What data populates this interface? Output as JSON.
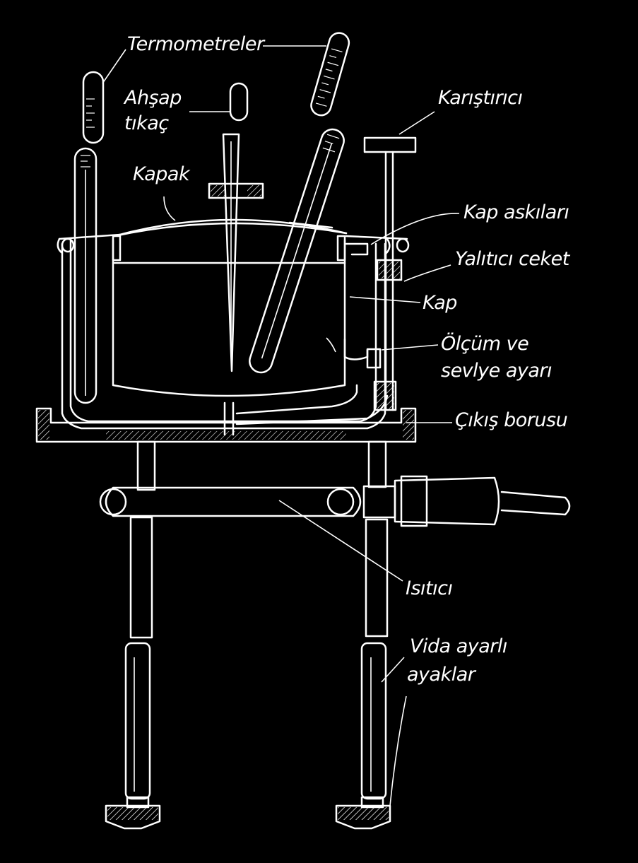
{
  "labels": {
    "thermometers": "Termometreler",
    "wooden_plug_line1": "Ahşap",
    "wooden_plug_line2": "tıkaç",
    "stirrer": "Karıştırıcı",
    "lid": "Kapak",
    "vessel_hangers": "Kap askıları",
    "insulating_jacket": "Yalıtıcı ceket",
    "vessel": "Kap",
    "measurement_line1": "Ölçüm ve",
    "measurement_line2": "sevlye ayarı",
    "outlet_pipe": "Çıkış borusu",
    "heater": "Isıtıcı",
    "legs_line1": "Vida ayarlı",
    "legs_line2": "ayaklar"
  },
  "colors": {
    "background": "#000000",
    "ink": "#ffffff"
  }
}
